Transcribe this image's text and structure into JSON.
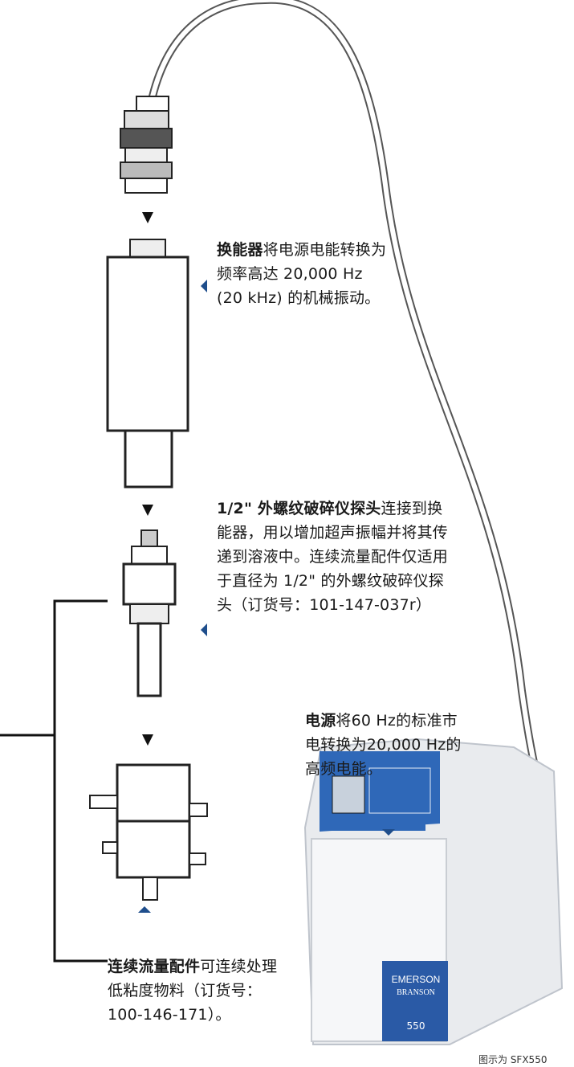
{
  "transducer": {
    "title": "换能器",
    "text": "将电源电能转换为频率高达 20,000 Hz (20 kHz) 的机械振动。"
  },
  "probe": {
    "title": "1/2\" 外螺纹破碎仪探头",
    "text": "连接到换能器，用以增加超声振幅并将其传递到溶液中。连续流量配件仅适用于直径为 1/2\" 的外螺纹破碎仪探头（订货号：101-147-037r）"
  },
  "power_supply": {
    "title": "电源",
    "text": "将60 Hz的标准市电转换为20,000 Hz的高频电能。"
  },
  "flow_cell": {
    "title": "连续流量配件",
    "text": "可连续处理低粘度物料（订货号：100-146-171）。"
  },
  "device": {
    "brand_top": "EMERSON",
    "brand_bottom": "BRANSON",
    "model": "550"
  },
  "footnote": "图示为 SFX550",
  "colors": {
    "accent_blue": "#1f4e8c",
    "device_panel": "#1f4e8c"
  }
}
